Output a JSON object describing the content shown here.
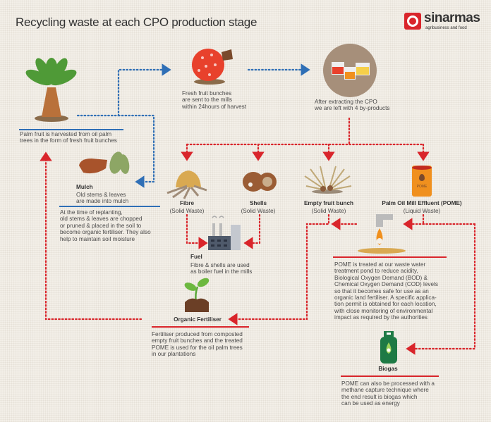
{
  "title": "Recycling waste at each CPO production stage",
  "logo": {
    "name": "sinarmas",
    "tagline": "agribusiness and food"
  },
  "colors": {
    "blue": "#2f6fb6",
    "red": "#d9252b",
    "green": "#1e7a45",
    "orange": "#f0901e"
  },
  "stages": {
    "harvest": {
      "text": "Palm fruit is harvested from oil palm\ntrees in the form of fresh fruit bunches"
    },
    "ffb": {
      "text": "Fresh fruit bunches\nare sent to the mills\nwithin 24hours of harvest"
    },
    "cpo": {
      "text": "After extracting the CPO\nwe are left with 4 by-products"
    },
    "mulch": {
      "title": "Mulch",
      "subtitle": "Old stems & leaves\nare made into mulch",
      "text": "At the time of replanting,\nold stems & leaves are chopped\nor pruned & placed in the soil to\nbecome organic fertiliser. They also\nhelp to maintain soil moisture"
    },
    "fibre": {
      "title": "Fibre",
      "type": "(Solid Waste)"
    },
    "shells": {
      "title": "Shells",
      "type": "(Solid Waste)"
    },
    "efb": {
      "title": "Empty fruit bunch",
      "type": "(Solid Waste)"
    },
    "pome": {
      "title": "Palm Oil Mill Effluent (POME)",
      "type": "(Liquid Waste)",
      "barrel_label": "POME",
      "text": "POME is treated at our waste water\ntreatment pond to reduce acidity,\nBiological Oxygen Demand (BOD) &\nChemical Oxygen Demand (COD) levels\nso that it becomes safe for use as an\norganic land fertiliser. A specific applica-\ntion permit is obtained for each location,\nwith close monitoring of environmental\nimpact as required by the authorities"
    },
    "fuel": {
      "title": "Fuel",
      "text": "Fibre & shells are used\nas boiler fuel in the mills"
    },
    "fertiliser": {
      "title": "Organic Fertiliser",
      "text": "Fertiliser produced from composted\nempty fruit bunches and the treated\nPOME is used for the oil palm trees\nin our plantations"
    },
    "biogas": {
      "title": "Biogas",
      "text": "POME can also be processed with a\nmethane capture technique where\nthe end result is biogas which\ncan be used as energy"
    }
  }
}
